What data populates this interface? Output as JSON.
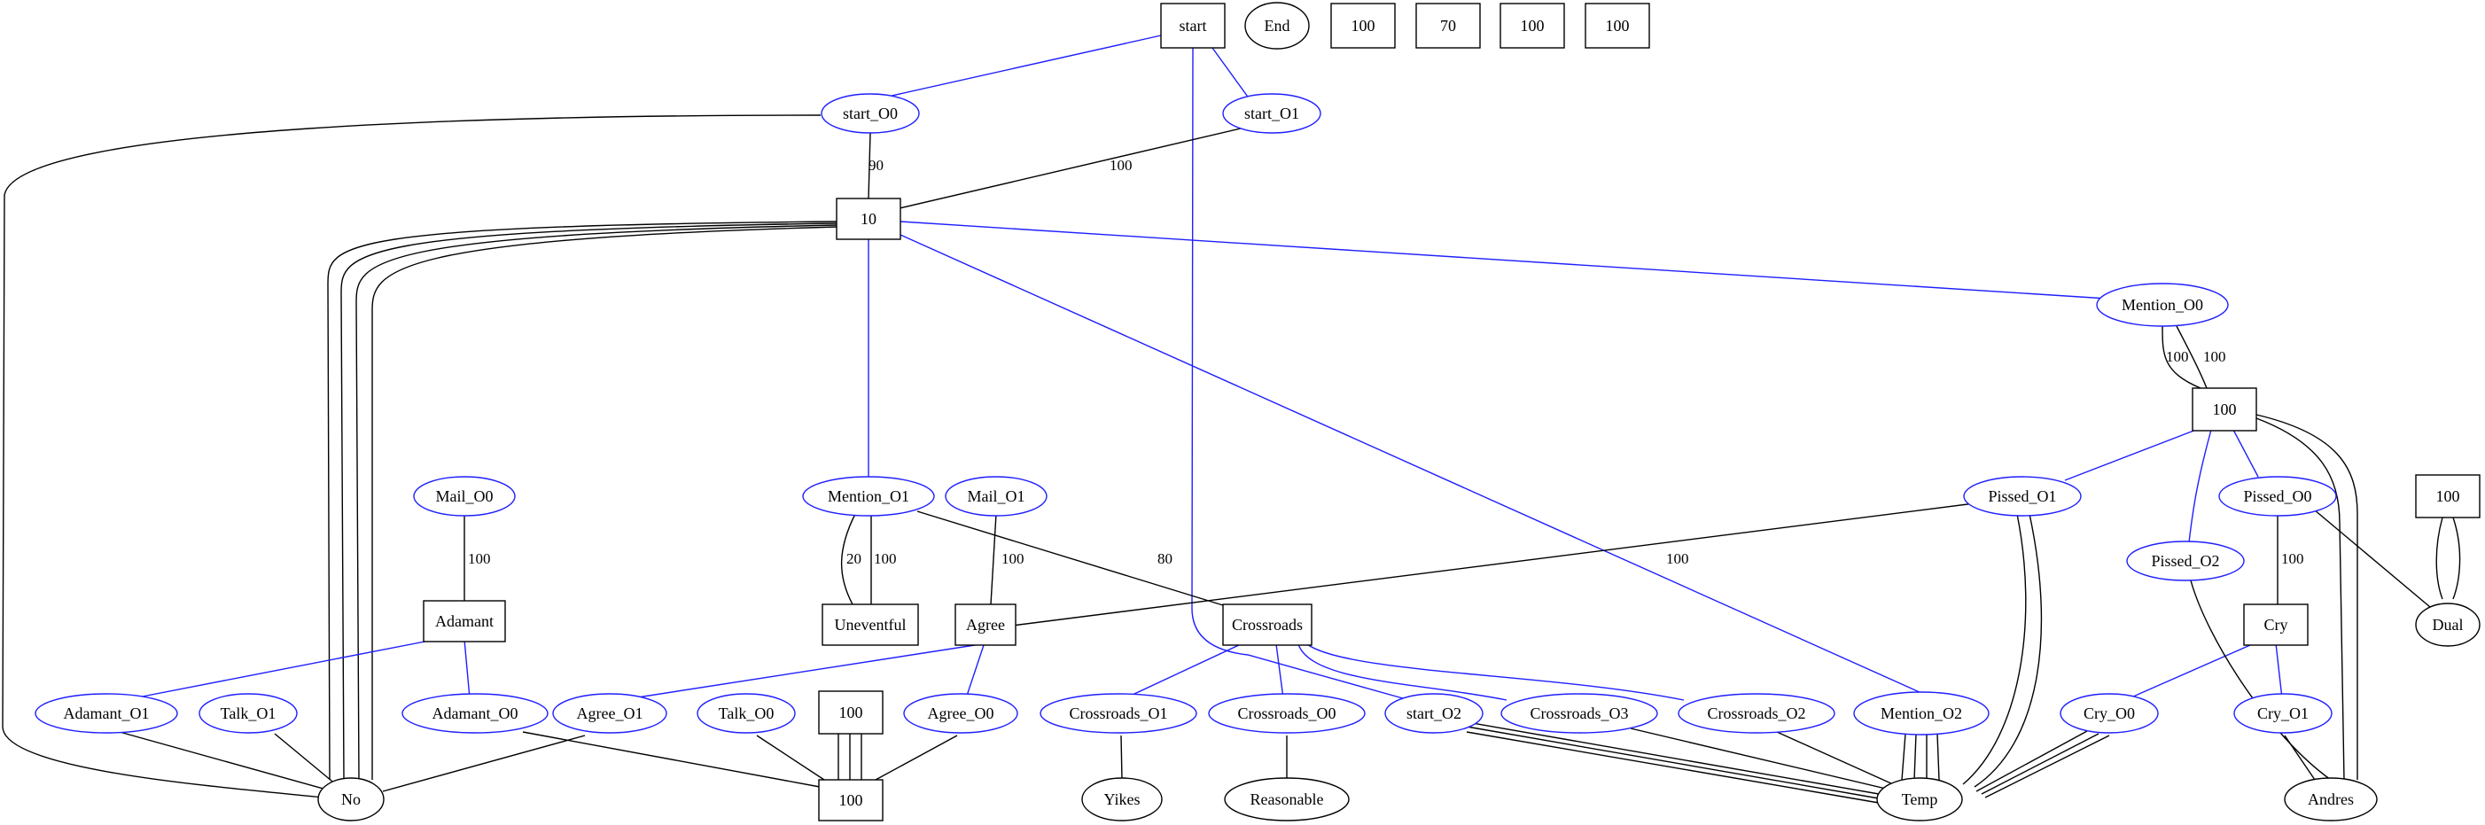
{
  "colors": {
    "option_edge": "#1f1fff",
    "node_stroke": "#000000",
    "background": "#ffffff"
  },
  "nodes": {
    "start": "start",
    "end": "End",
    "n100a": "100",
    "n70": "70",
    "n100b": "100",
    "n100c": "100",
    "start_O0": "start_O0",
    "start_O1": "start_O1",
    "n10": "10",
    "mention_O0": "Mention_O0",
    "n100m": "100",
    "n100r": "100",
    "mail_O0": "Mail_O0",
    "mention_O1": "Mention_O1",
    "mail_O1": "Mail_O1",
    "pissed_O1": "Pissed_O1",
    "pissed_O0": "Pissed_O0",
    "pissed_O2": "Pissed_O2",
    "dual": "Dual",
    "adamant": "Adamant",
    "uneventful": "Uneventful",
    "agree": "Agree",
    "crossroads": "Crossroads",
    "cry": "Cry",
    "adamant_O1": "Adamant_O1",
    "talk_O1": "Talk_O1",
    "adamant_O0": "Adamant_O0",
    "agree_O1": "Agree_O1",
    "talk_O0": "Talk_O0",
    "n100t": "100",
    "agree_O0": "Agree_O0",
    "crossroads_O1": "Crossroads_O1",
    "crossroads_O0": "Crossroads_O0",
    "start_O2": "start_O2",
    "crossroads_O3": "Crossroads_O3",
    "crossroads_O2": "Crossroads_O2",
    "mention_O2": "Mention_O2",
    "cry_O0": "Cry_O0",
    "cry_O1": "Cry_O1",
    "no": "No",
    "n100bottom": "100",
    "yikes": "Yikes",
    "reasonable": "Reasonable",
    "temp": "Temp",
    "andres": "Andres"
  },
  "edge_labels": {
    "startO0_10": "90",
    "startO1_10": "100",
    "mentionO0_100_a": "100",
    "mentionO0_100_b": "100",
    "mailO0_adamant": "100",
    "mentionO1_uneventful_a": "20",
    "mentionO1_uneventful_b": "100",
    "mailO1_agree": "100",
    "mentionO1_crossroads": "80",
    "pissedO1_agree": "100",
    "pissedO0_cry": "100"
  }
}
